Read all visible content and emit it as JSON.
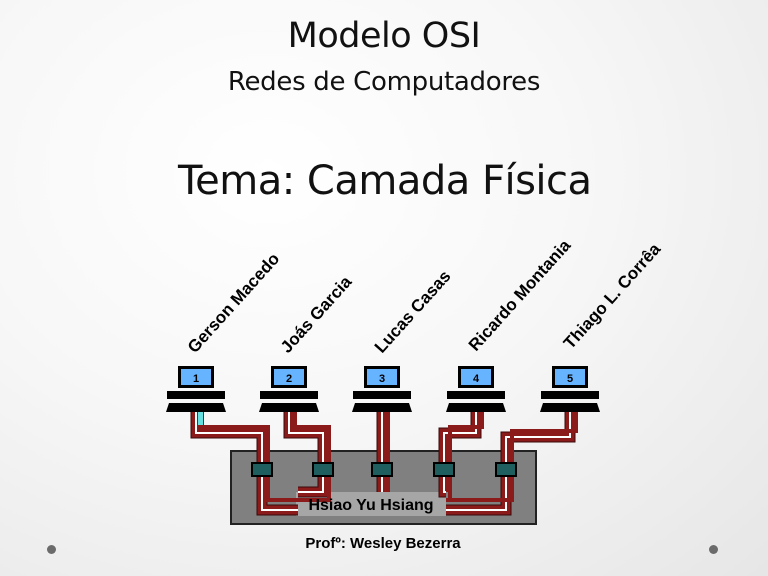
{
  "slide": {
    "title": "Modelo OSI",
    "subtitle": "Redes de Computadores",
    "topic": "Tema: Camada Física"
  },
  "diagram": {
    "computers": [
      {
        "number": "1",
        "name": "Gerson Macedo"
      },
      {
        "number": "2",
        "name": "Joás Garcia"
      },
      {
        "number": "3",
        "name": "Lucas Casas"
      },
      {
        "number": "4",
        "name": "Ricardo Montania"
      },
      {
        "number": "5",
        "name": "Thiago L. Corrêa"
      }
    ],
    "hub_label": "Hsiao Yu Hsiang",
    "professor": "Profº: Wesley Bezerra",
    "colors": {
      "screen": "#66b3ff",
      "cable": "#8b1a1a",
      "hub": "#808080",
      "port": "#1f5f5f",
      "highlight": "#66e0e0"
    }
  }
}
